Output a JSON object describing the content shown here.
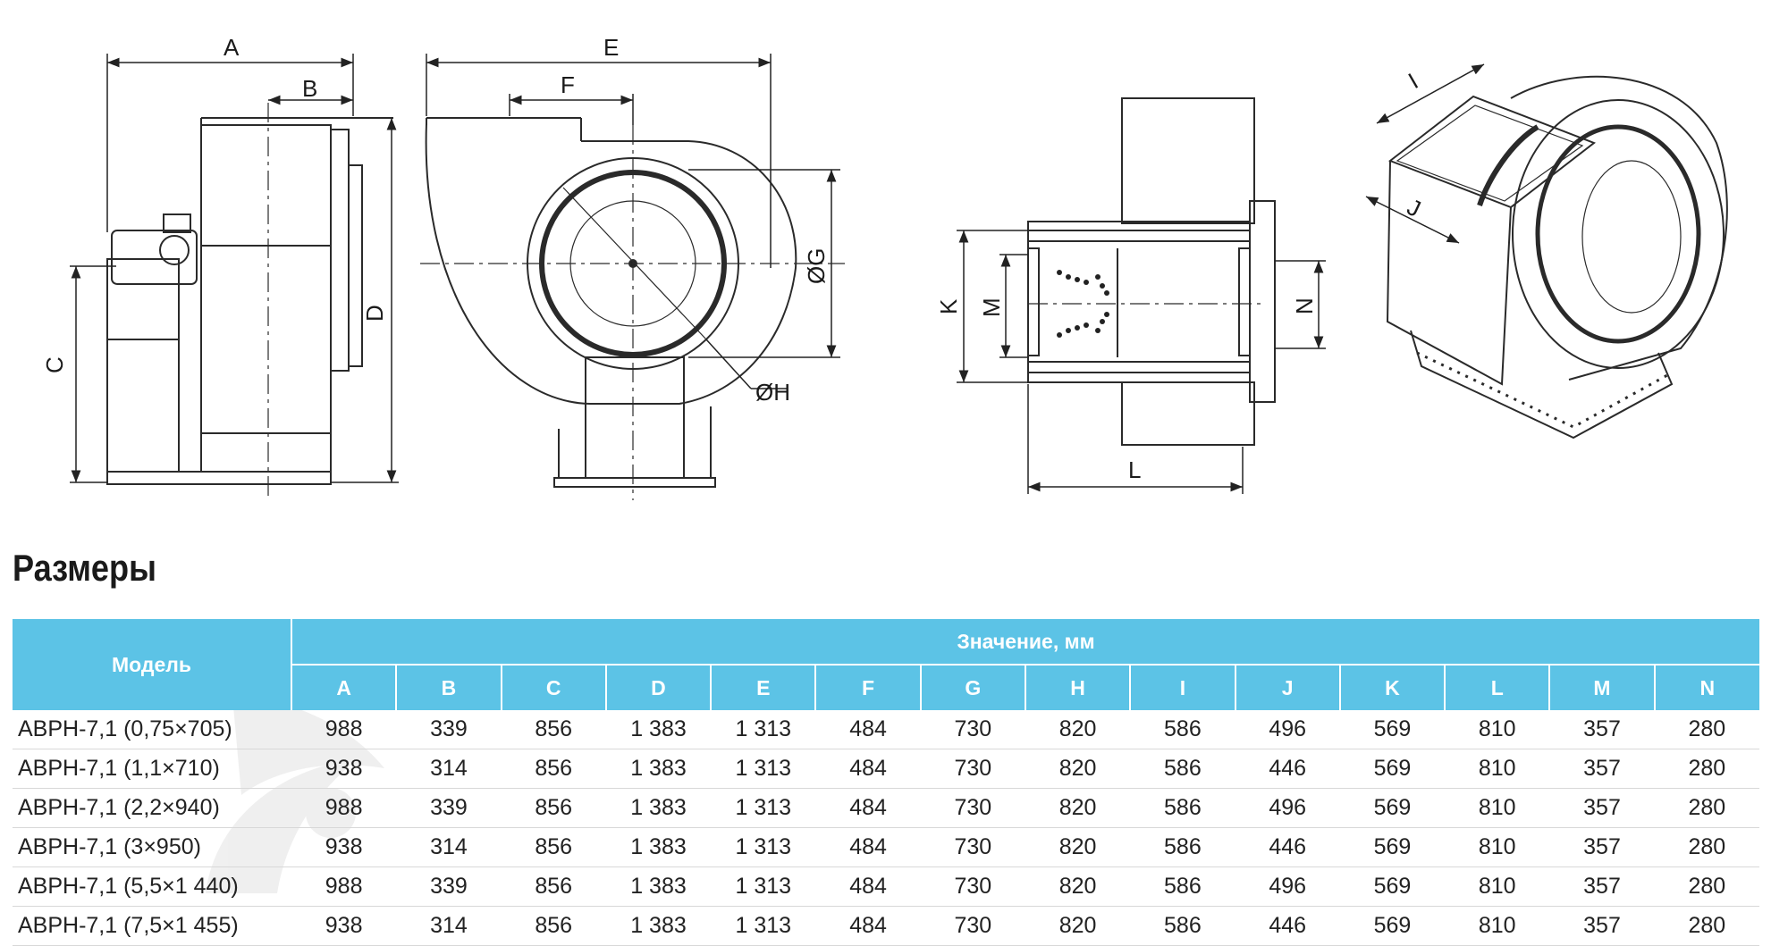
{
  "drawing_labels": {
    "side_view": {
      "A": "A",
      "B": "B",
      "C": "C",
      "D": "D"
    },
    "front_view": {
      "E": "E",
      "F": "F",
      "G": "ØG",
      "H": "ØH"
    },
    "top_view": {
      "K": "K",
      "M": "M",
      "N": "N",
      "L": "L"
    },
    "iso_view": {
      "I": "I",
      "J": "J"
    }
  },
  "section_title": "Размеры",
  "table": {
    "model_header": "Модель",
    "group_header": "Значение, мм",
    "columns": [
      "A",
      "B",
      "C",
      "D",
      "E",
      "F",
      "G",
      "H",
      "I",
      "J",
      "K",
      "L",
      "M",
      "N"
    ],
    "rows": [
      {
        "model": "АВРН-7,1 (0,75×705)",
        "values": [
          "988",
          "339",
          "856",
          "1 383",
          "1 313",
          "484",
          "730",
          "820",
          "586",
          "496",
          "569",
          "810",
          "357",
          "280"
        ]
      },
      {
        "model": "АВРН-7,1 (1,1×710)",
        "values": [
          "938",
          "314",
          "856",
          "1 383",
          "1 313",
          "484",
          "730",
          "820",
          "586",
          "446",
          "569",
          "810",
          "357",
          "280"
        ]
      },
      {
        "model": "АВРН-7,1 (2,2×940)",
        "values": [
          "988",
          "339",
          "856",
          "1 383",
          "1 313",
          "484",
          "730",
          "820",
          "586",
          "496",
          "569",
          "810",
          "357",
          "280"
        ]
      },
      {
        "model": "АВРН-7,1 (3×950)",
        "values": [
          "938",
          "314",
          "856",
          "1 383",
          "1 313",
          "484",
          "730",
          "820",
          "586",
          "446",
          "569",
          "810",
          "357",
          "280"
        ]
      },
      {
        "model": "АВРН-7,1 (5,5×1 440)",
        "values": [
          "988",
          "339",
          "856",
          "1 383",
          "1 313",
          "484",
          "730",
          "820",
          "586",
          "496",
          "569",
          "810",
          "357",
          "280"
        ]
      },
      {
        "model": "АВРН-7,1 (7,5×1 455)",
        "values": [
          "938",
          "314",
          "856",
          "1 383",
          "1 313",
          "484",
          "730",
          "820",
          "586",
          "446",
          "569",
          "810",
          "357",
          "280"
        ]
      }
    ]
  },
  "colors": {
    "header_bg": "#5cc3e6",
    "line": "#222222"
  }
}
